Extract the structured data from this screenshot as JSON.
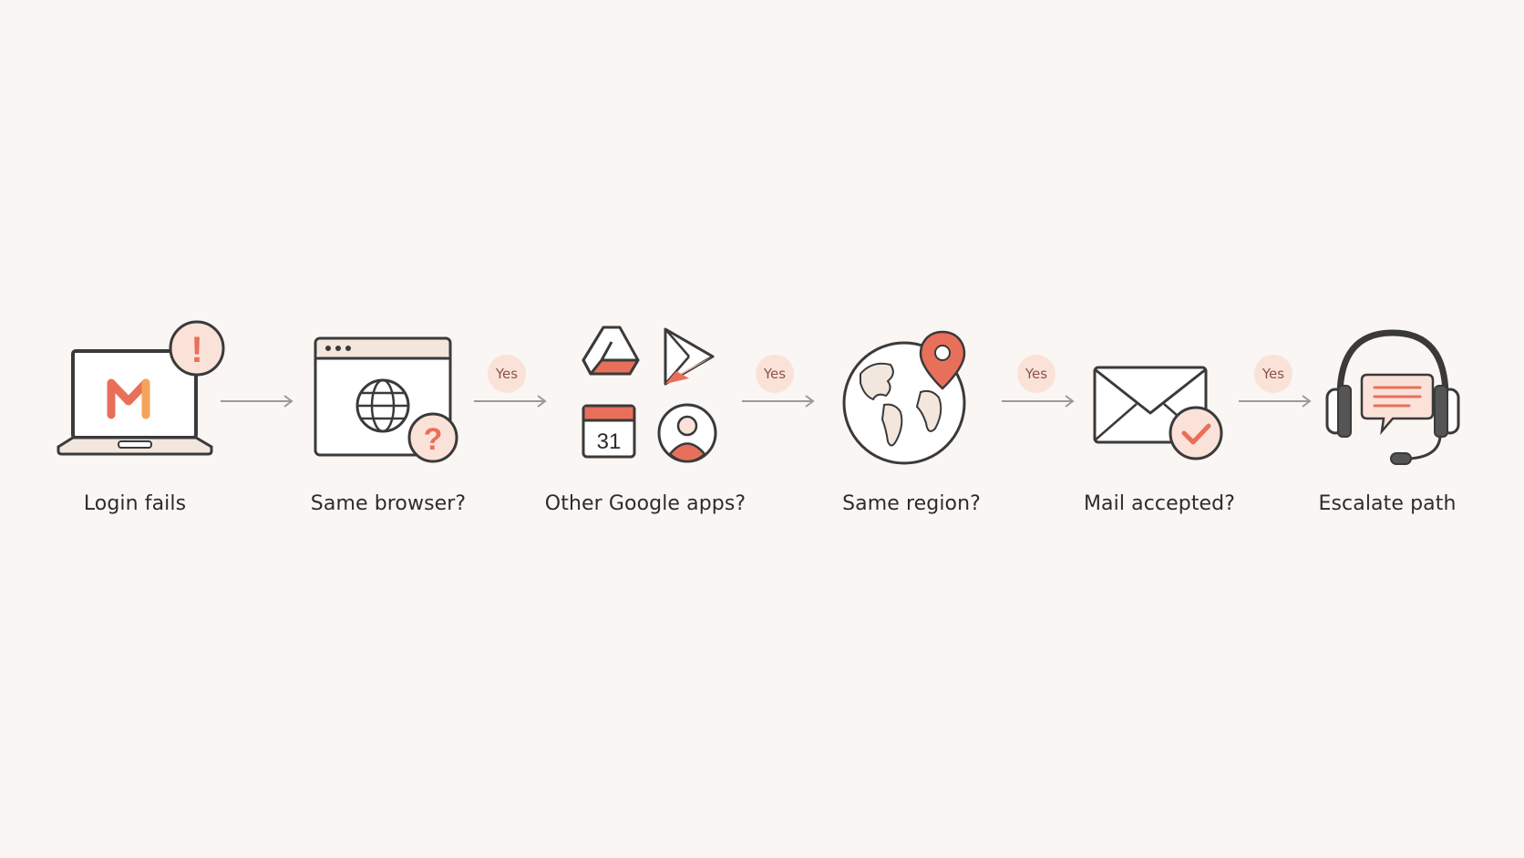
{
  "steps": [
    {
      "label": "Login fails",
      "icon": "laptop-mail-alert-icon"
    },
    {
      "label": "Same browser?",
      "icon": "browser-question-icon"
    },
    {
      "label": "Other Google apps?",
      "icon": "google-apps-icon"
    },
    {
      "label": "Same region?",
      "icon": "globe-location-icon"
    },
    {
      "label": "Mail accepted?",
      "icon": "envelope-check-icon"
    },
    {
      "label": "Escalate path",
      "icon": "headset-support-icon"
    }
  ],
  "connectors": [
    {
      "badge": ""
    },
    {
      "badge": "Yes"
    },
    {
      "badge": "Yes"
    },
    {
      "badge": "Yes"
    },
    {
      "badge": "Yes"
    }
  ],
  "icon_text": {
    "calendar_day": "31",
    "alert_mark": "!",
    "question_mark": "?"
  },
  "colors": {
    "background": "#f9f6f3",
    "accent": "#e8705a",
    "accent_light": "#fbe2d9",
    "stroke": "#3a3a3a",
    "arrow": "#9a9a9a"
  }
}
